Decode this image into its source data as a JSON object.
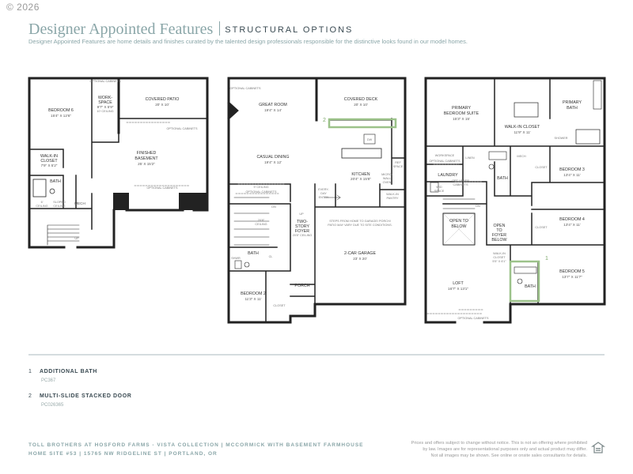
{
  "copyright": "© 2026",
  "heading": {
    "title": "Designer Appointed Features",
    "subtitle": "STRUCTURAL OPTIONS"
  },
  "intro": "Designer Appointed Features are home details and finishes curated by the talented design professionals responsible for the distinctive looks found in our model homes.",
  "plans": {
    "basement": {
      "bedroom6": "BEDROOM 6",
      "bedroom6_dim": "15'4\" X 12'6\"",
      "workspace": "WORK-",
      "workspace2": "SPACE",
      "workspace_dim": "9'7\" X 5'9\"",
      "workspace_ceiling": "10' CEILING",
      "optional_cabinets": "OPTIONAL CABINETS",
      "covered_patio": "COVERED PATIO",
      "covered_patio_dim": "20' X 10'",
      "finished_basement": "FINISHED",
      "finished_basement2": "BASEMENT",
      "finished_basement_dim": "25' X 15'2\"",
      "walkin_closet": "WALK-IN",
      "walkin_closet2": "CLOSET",
      "walkin_closet_dim": "7'9\" X 5'2\"",
      "bath": "BATH",
      "ceiling6": "6'",
      "ceiling6b": "CEILING",
      "sloped": "SLOPED",
      "sloped2": "CEILING",
      "mech": "MECH",
      "up": "UP"
    },
    "main": {
      "optional_cabinets": "OPTIONAL CABINETS",
      "great_room": "GREAT ROOM",
      "great_room_dim": "19'4\" X 14'",
      "covered_deck": "COVERED DECK",
      "covered_deck_dim": "20' X 10'",
      "casual_dining": "CASUAL DINING",
      "casual_dining_dim": "19'4\" X 12'",
      "dw": "DW",
      "ref_space": "REF",
      "ref_space2": "SPACE",
      "kitchen": "KITCHEN",
      "kitchen_dim": "20'4\" X 15'8\"",
      "micro_wall_oven": "MICRO/",
      "micro_wall_oven2": "WALL",
      "micro_wall_oven3": "OVEN",
      "ceiling9": "9' CEILING",
      "optional_cabinets2": "OPTIONAL CABINETS",
      "everyday_entry": "EVERY-",
      "everyday_entry2": "DAY",
      "everyday_entry3": "ENTRY",
      "walkin_pantry": "WALK-IN",
      "walkin_pantry2": "PANTRY",
      "dn": "DN",
      "up": "UP",
      "ceiling20": "20'8\"",
      "ceiling20b": "CEILING",
      "twostory_foyer": "TWO-",
      "twostory_foyer2": "STORY",
      "twostory_foyer3": "FOYER",
      "twostory_foyer_ceiling": "20'8\" CEILING",
      "steps_note": "STEPS FROM HOME TO GARAGE/ PORCH/",
      "steps_note2": "PATIO MAY VARY DUE TO SITE CONDITIONS.",
      "garage": "2-CAR GARAGE",
      "garage_dim": "23' X 20'",
      "bath": "BATH",
      "shwr": "SHWR",
      "cl": "CL",
      "porch": "PORCH",
      "bedroom2": "BEDROOM 2",
      "bedroom2_dim": "11'3\" X 11'",
      "closet": "CLOSET"
    },
    "upper": {
      "primary_suite": "PRIMARY",
      "primary_suite2": "BEDROOM SUITE",
      "primary_suite_dim": "15'3\" X 15'",
      "primary_bath": "PRIMARY",
      "primary_bath2": "BATH",
      "walkin_closet": "WALK-IN CLOSET",
      "walkin_closet_dim": "11'9\" X 11'",
      "shower": "SHOWER",
      "workspace": "WORKSPACE",
      "optional_cabinets": "OPTIONAL CABINETS",
      "linen": "LINEN",
      "mech": "MECH",
      "laundry": "LAUNDRY",
      "wd_space": "W/D",
      "wd_space2": "SPACE",
      "opt_upper_cabinets": "OPT UPPER",
      "opt_upper_cabinets2": "CABINETS",
      "bath": "BATH",
      "closet": "CLOSET",
      "bedroom3": "BEDROOM 3",
      "bedroom3_dim": "13'4\" X 11'",
      "dn": "DN",
      "bedroom4": "BEDROOM 4",
      "bedroom4_dim": "13'4\" X 11'",
      "open_below": "OPEN TO",
      "open_below2": "BELOW",
      "open_foyer": "OPEN",
      "open_foyer2": "TO",
      "open_foyer3": "FOYER",
      "open_foyer4": "BELOW",
      "walkin_closet_b5": "WALK-IN",
      "walkin_closet_b5_2": "CLOSET",
      "walkin_closet_b5_dim": "5'5\" X 6'1\"",
      "bedroom5": "BEDROOM 5",
      "bedroom5_dim": "13'7\" X 11'7\"",
      "bath5": "BATH",
      "loft": "LOFT",
      "loft_dim": "16'7\" X 13'1\"",
      "optional_cabinets2": "OPTIONAL CABINETS"
    }
  },
  "markers": {
    "m1": "1",
    "m2": "2"
  },
  "highlight_color": "#9cc28a",
  "legend": [
    {
      "num": "1",
      "name": "ADDITIONAL BATH",
      "code": "PC367"
    },
    {
      "num": "2",
      "name": "MULTI-SLIDE STACKED DOOR",
      "code": "PC026365"
    }
  ],
  "footer": {
    "line1": "TOLL BROTHERS AT HOSFORD FARMS - VISTA COLLECTION | MCCORMICK WITH BASEMENT FARMHOUSE",
    "line2": "HOME SITE #53  |  15765 NW RIDGELINE ST  |  PORTLAND, OR",
    "disclaimer1": "Prices and offers subject to change without notice. This is not an offering where prohibited",
    "disclaimer2": "by law. Images are for representational purposes only and actual product may differ.",
    "disclaimer3": "Not all images may be shown. See online or onsite sales consultants for details."
  },
  "equal_housing_icon": "equal-housing-opportunity-icon"
}
